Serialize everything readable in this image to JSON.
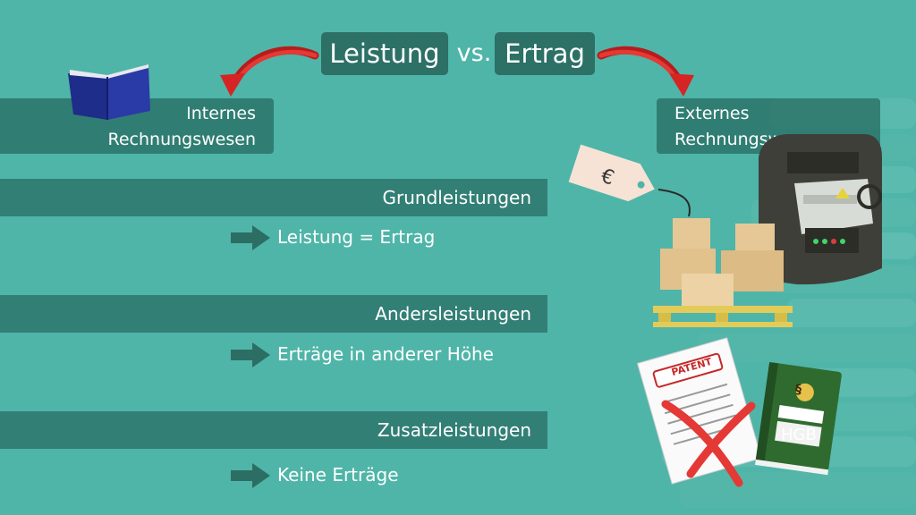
{
  "title": {
    "left": "Leistung",
    "vs": "vs.",
    "right": "Ertrag"
  },
  "internal": {
    "line1": "Internes",
    "line2": "Rechnungswesen"
  },
  "external": {
    "line1": "Externes",
    "line2": "Rechnungswesen"
  },
  "categories": [
    {
      "heading": "Grundleistungen",
      "result": "Leistung = Ertrag"
    },
    {
      "heading": "Andersleistungen",
      "result": "Erträge in anderer Höhe"
    },
    {
      "heading": "Zusatzleistungen",
      "result": "Keine Erträge"
    }
  ],
  "illustrations": {
    "price_tag": "€",
    "patent": "PATENT",
    "law_book": "HGB",
    "paragraph": "§"
  },
  "colors": {
    "background": "#4fb5a8",
    "band": "#2c7066",
    "arrow_red": "#d62424",
    "arrow_dark": "#2c6e64"
  }
}
